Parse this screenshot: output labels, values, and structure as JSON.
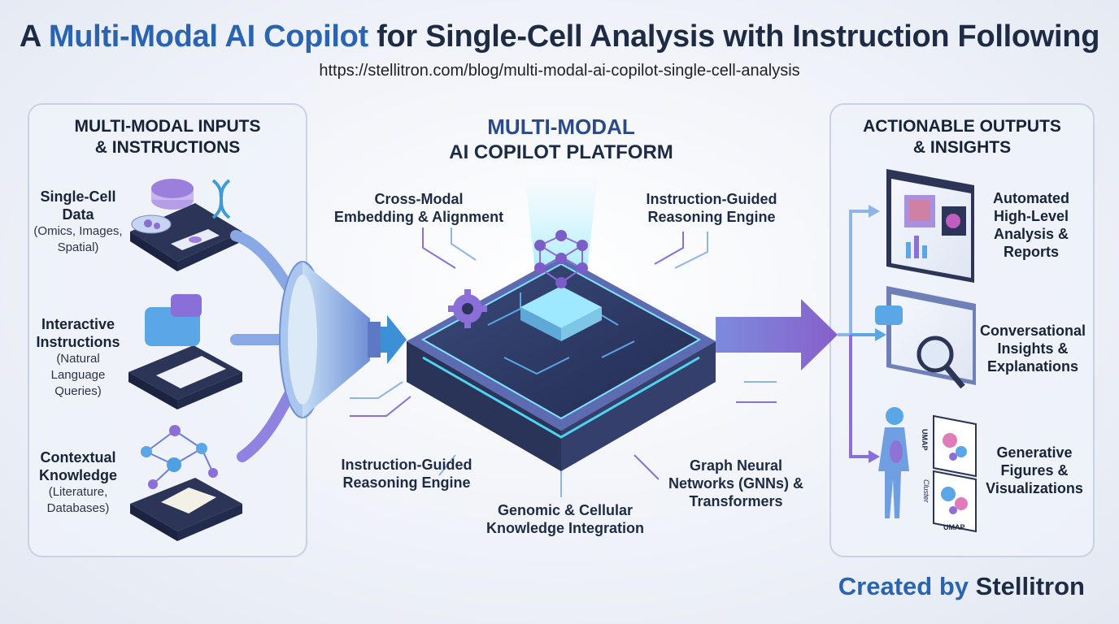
{
  "header": {
    "title_a": "A",
    "title_highlight": "Multi-Modal AI Copilot",
    "title_rest": "for Single-Cell Analysis with Instruction Following",
    "url": "https://stellitron.com/blog/multi-modal-ai-copilot-single-cell-analysis"
  },
  "inputs": {
    "title_line1": "MULTI-MODAL INPUTS",
    "title_line2": "& INSTRUCTIONS",
    "items": [
      {
        "line1": "Single-Cell",
        "line2": "Data",
        "sub1": "(Omics, Images,",
        "sub2": "Spatial)"
      },
      {
        "line1": "Interactive",
        "line2": "Instructions",
        "sub1": "(Natural",
        "sub2": "Language",
        "sub3": "Queries)"
      },
      {
        "line1": "Contextual",
        "line2": "Knowledge",
        "sub1": "(Literature,",
        "sub2": "Databases)"
      }
    ]
  },
  "platform": {
    "title_line1": "MULTI-MODAL",
    "title_line2": "AI COPILOT PLATFORM",
    "labels": {
      "top_left_1": "Cross-Modal",
      "top_left_2": "Embedding & Alignment",
      "top_right_1": "Instruction-Guided",
      "top_right_2": "Reasoning Engine",
      "bottom_left_1": "Instruction-Guided",
      "bottom_left_2": "Reasoning Engine",
      "bottom_center_1": "Genomic & Cellular",
      "bottom_center_2": "Knowledge Integration",
      "bottom_right_1": "Graph Neural",
      "bottom_right_2": "Networks (GNNs) &",
      "bottom_right_3": "Transformers"
    }
  },
  "outputs": {
    "title_line1": "ACTIONABLE OUTPUTS",
    "title_line2": "& INSIGHTS",
    "items": [
      {
        "line1": "Automated",
        "line2": "High-Level",
        "line3": "Analysis &",
        "line4": "Reports"
      },
      {
        "line1": "Conversational",
        "line2": "Insights &",
        "line3": "Explanations"
      },
      {
        "line1": "Generative",
        "line2": "Figures &",
        "line3": "Visualizations"
      }
    ],
    "umap_labels": {
      "top": "UMAP",
      "side": "Cluster",
      "bottom": "UMAP"
    }
  },
  "footer": {
    "prefix": "Created by",
    "brand": "Stellitron"
  },
  "colors": {
    "accent_blue": "#2a63b0",
    "purple": "#7b5cc8",
    "cyan": "#4fd3f0",
    "navy": "#1e2b45"
  }
}
